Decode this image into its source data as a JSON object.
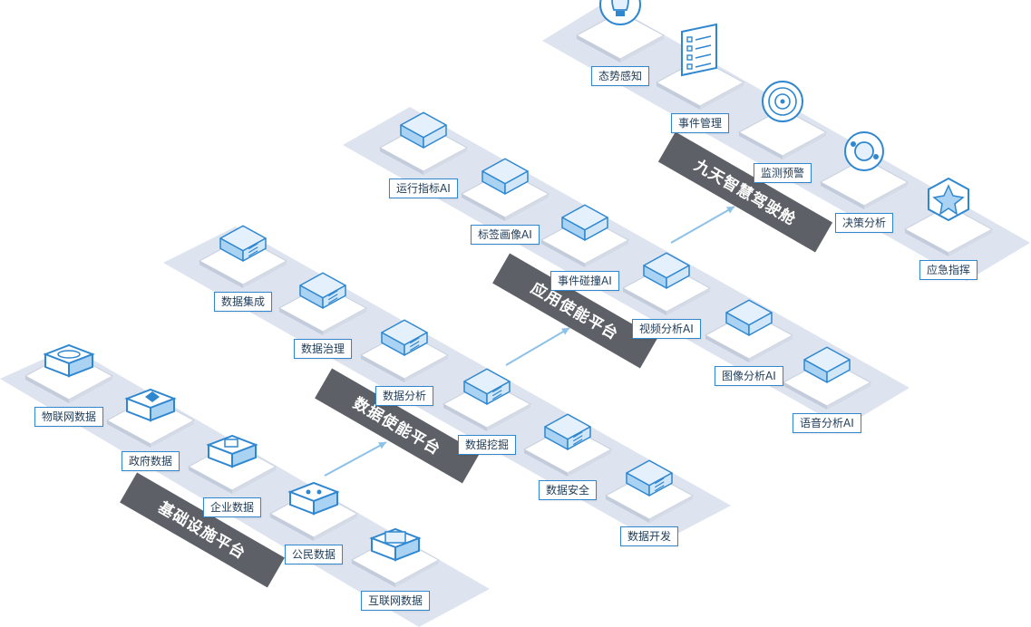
{
  "colors": {
    "band": "#dde3ef",
    "platform": "#5d6167",
    "platform_text": "#ffffff",
    "accent": "#2f87d0",
    "cube_top": "#e4f1fc",
    "cube_left": "#a9d2f3",
    "cube_right": "#d1e7f8",
    "arrow": "#8ec1e8"
  },
  "layers": [
    {
      "platform": "基础设施平台",
      "items": [
        {
          "label": "物联网数据",
          "icon": "iot-building-icon"
        },
        {
          "label": "政府数据",
          "icon": "government-building-icon"
        },
        {
          "label": "企业数据",
          "icon": "enterprise-building-icon"
        },
        {
          "label": "公民数据",
          "icon": "citizen-building-icon"
        },
        {
          "label": "互联网数据",
          "icon": "internet-screen-icon"
        }
      ]
    },
    {
      "platform": "数据使能平台",
      "items": [
        {
          "label": "数据集成",
          "icon": "server-cube-icon"
        },
        {
          "label": "数据治理",
          "icon": "server-cube-icon"
        },
        {
          "label": "数据分析",
          "icon": "server-cube-icon"
        },
        {
          "label": "数据挖掘",
          "icon": "server-cube-icon"
        },
        {
          "label": "数据安全",
          "icon": "server-cube-icon"
        },
        {
          "label": "数据开发",
          "icon": "server-cube-icon"
        }
      ]
    },
    {
      "platform": "应用使能平台",
      "items": [
        {
          "label": "运行指标AI",
          "icon": "cube-icon"
        },
        {
          "label": "标签画像AI",
          "icon": "cube-icon"
        },
        {
          "label": "事件碰撞AI",
          "icon": "cube-icon"
        },
        {
          "label": "视频分析AI",
          "icon": "cube-icon"
        },
        {
          "label": "图像分析AI",
          "icon": "cube-icon"
        },
        {
          "label": "语音分析AI",
          "icon": "cube-icon"
        }
      ]
    },
    {
      "platform": "九天智慧驾驶舱",
      "items": [
        {
          "label": "态势感知",
          "icon": "lightbulb-icon"
        },
        {
          "label": "事件管理",
          "icon": "checklist-icon"
        },
        {
          "label": "监测预警",
          "icon": "spiral-target-icon"
        },
        {
          "label": "决策分析",
          "icon": "orbit-icon"
        },
        {
          "label": "应急指挥",
          "icon": "star-block-icon"
        }
      ]
    }
  ]
}
